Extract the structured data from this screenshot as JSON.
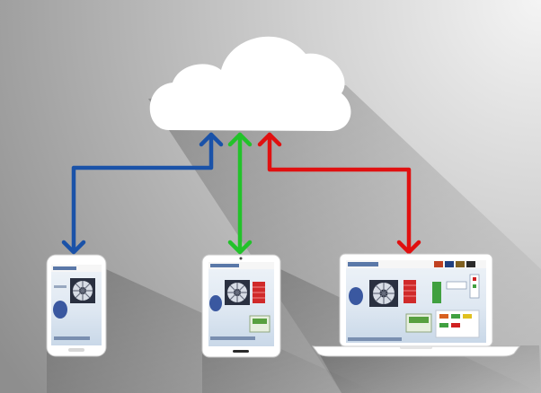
{
  "colors": {
    "background_light": "#f4f4f4",
    "background_dark": "#8e8e8e",
    "cloud": "#ffffff",
    "link_phone": "#1a52a8",
    "link_tablet": "#22c22a",
    "link_laptop": "#e01010",
    "device_body": "#ffffff",
    "screen_bg": "#dfe8f2"
  },
  "diagram": {
    "nodes": [
      {
        "id": "cloud",
        "icon": "cloud-icon"
      },
      {
        "id": "phone",
        "icon": "smartphone-icon"
      },
      {
        "id": "tablet",
        "icon": "tablet-icon"
      },
      {
        "id": "laptop",
        "icon": "laptop-icon"
      }
    ],
    "edges": [
      {
        "from": "phone",
        "to": "cloud",
        "color": "link_phone",
        "direction": "both"
      },
      {
        "from": "tablet",
        "to": "cloud",
        "color": "link_tablet",
        "direction": "both"
      },
      {
        "from": "laptop",
        "to": "cloud",
        "color": "link_laptop",
        "direction": "both"
      }
    ]
  }
}
